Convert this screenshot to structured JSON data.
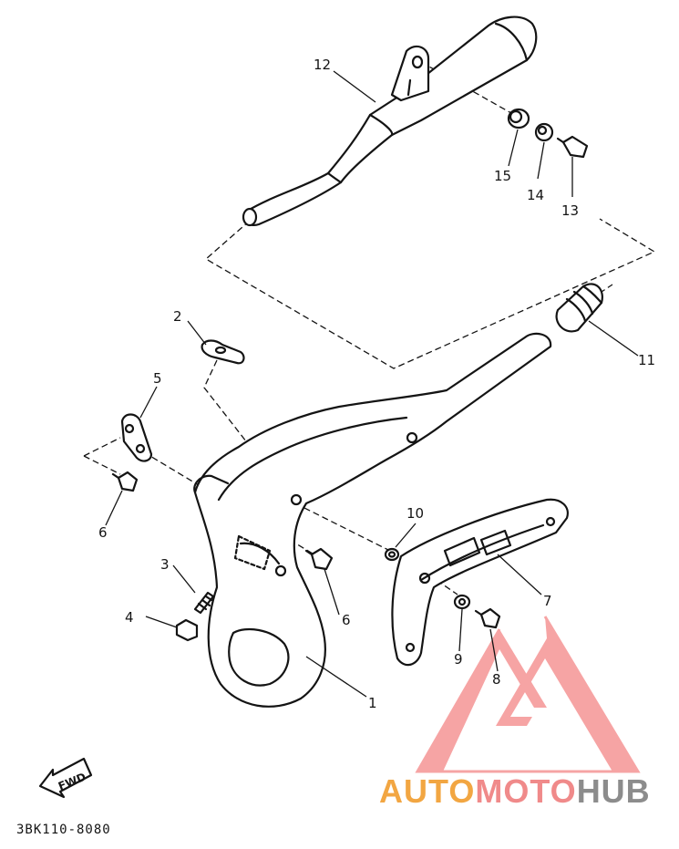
{
  "diagram": {
    "part_numbers": {
      "p1": "1",
      "p2": "2",
      "p3": "3",
      "p4": "4",
      "p5": "5",
      "p6a": "6",
      "p6b": "6",
      "p7": "7",
      "p8": "8",
      "p9": "9",
      "p10": "10",
      "p11": "11",
      "p12": "12",
      "p13": "13",
      "p14": "14",
      "p15": "15"
    },
    "direction_label": "FWD",
    "drawing_code": "3BK110-8080"
  },
  "watermark": {
    "part_auto": "AUTO",
    "part_moto": "MOTO",
    "part_hub": "HUB",
    "colors": {
      "auto": "#f2a642",
      "moto": "#f08a8a",
      "hub": "#8c8c8c",
      "logo": "#f05a5a"
    }
  }
}
